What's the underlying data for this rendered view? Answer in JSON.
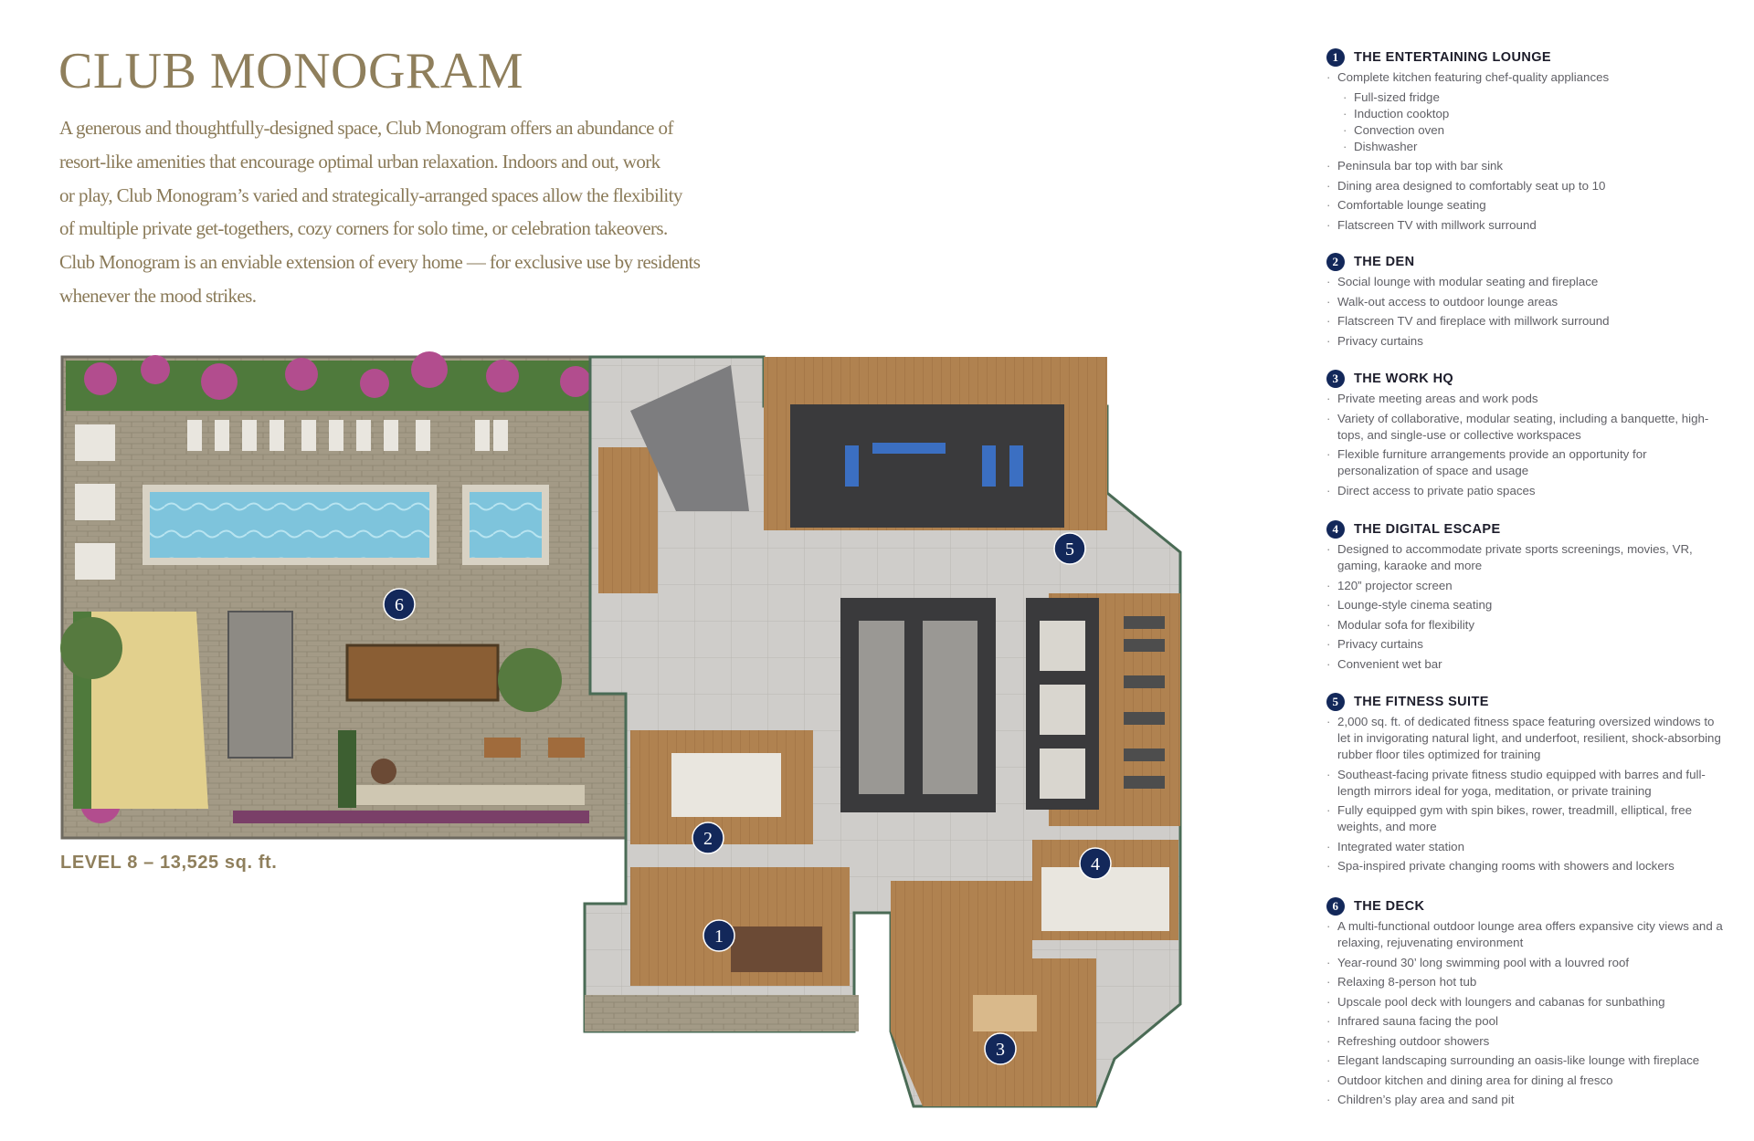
{
  "title": "CLUB MONOGRAM",
  "intro_lines": [
    "A generous and thoughtfully-designed space, Club Monogram offers an abundance of",
    "resort-like amenities that encourage optimal urban relaxation. Indoors and out, work",
    "or play, Club Monogram’s varied and strategically-arranged spaces allow the flexibility",
    "of multiple private get-togethers, cozy corners for solo time, or celebration takeovers.",
    "Club Monogram is an enviable extension of every home — for exclusive use by residents",
    "whenever the mood strikes."
  ],
  "level_label": "LEVEL 8 – 13,525 sq. ft.",
  "colors": {
    "accent": "#8f7f5c",
    "marker": "#13285a",
    "pool": "#7ec4dc",
    "wood": "#b08250",
    "paving": "#a39a86"
  },
  "plan_markers": [
    "1",
    "2",
    "3",
    "4",
    "5",
    "6"
  ],
  "sections": [
    {
      "num": "1",
      "title": "THE ENTERTAINING LOUNGE",
      "items": [
        "Complete kitchen featuring chef-quality appliances",
        {
          "sub": "Full-sized fridge"
        },
        {
          "sub": "Induction cooktop"
        },
        {
          "sub": "Convection oven"
        },
        {
          "sub": "Dishwasher"
        },
        "Peninsula bar top with bar sink",
        "Dining area designed to comfortably seat up to 10",
        "Comfortable lounge seating",
        "Flatscreen TV with millwork surround"
      ]
    },
    {
      "num": "2",
      "title": "THE DEN",
      "items": [
        "Social lounge with modular seating and fireplace",
        "Walk-out access to outdoor lounge areas",
        "Flatscreen TV and fireplace with millwork surround",
        "Privacy curtains"
      ]
    },
    {
      "num": "3",
      "title": "THE WORK HQ",
      "items": [
        "Private meeting areas and work pods",
        "Variety of collaborative, modular seating, including a banquette, high-tops, and single-use or collective workspaces",
        "Flexible furniture arrangements provide an opportunity for personalization of space and usage",
        "Direct access to private patio spaces"
      ]
    },
    {
      "num": "4",
      "title": "THE DIGITAL ESCAPE",
      "items": [
        "Designed to accommodate private sports screenings, movies, VR, gaming, karaoke and more",
        "120” projector screen",
        "Lounge-style cinema seating",
        "Modular sofa for flexibility",
        "Privacy curtains",
        "Convenient wet bar"
      ]
    },
    {
      "num": "5",
      "title": "THE FITNESS SUITE",
      "items": [
        "2,000 sq. ft. of dedicated fitness space featuring oversized windows to let in invigorating natural light, and underfoot, resilient, shock-absorbing rubber floor tiles optimized for training",
        "Southeast-facing private fitness studio equipped with barres and full-length mirrors ideal for yoga, meditation, or private training",
        "Fully equipped gym with spin bikes, rower, treadmill, elliptical, free weights, and more",
        "Integrated water station",
        "Spa-inspired private changing rooms with showers and lockers"
      ]
    },
    {
      "num": "6",
      "title": "THE DECK",
      "items": [
        "A multi-functional outdoor lounge area offers expansive city views and a relaxing, rejuvenating environment",
        "Year-round 30’ long swimming pool with a louvred roof",
        "Relaxing 8-person hot tub",
        "Upscale pool deck with loungers and cabanas for sunbathing",
        "Infrared sauna facing the pool",
        "Refreshing outdoor showers",
        "Elegant landscaping surrounding an oasis-like lounge with fireplace",
        "Outdoor kitchen and dining area for dining al fresco",
        "Children’s play area and sand pit"
      ]
    }
  ]
}
